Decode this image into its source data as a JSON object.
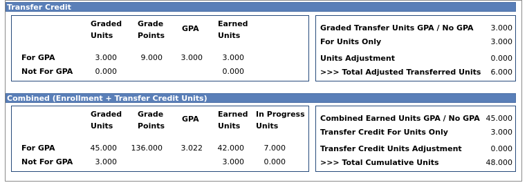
{
  "transfer": {
    "title": "Transfer Credit",
    "headers": {
      "graded_units": "Graded\nUnits",
      "grade_points": "Grade\nPoints",
      "gpa": "GPA",
      "earned_units": "Earned\nUnits"
    },
    "rows": [
      {
        "label": "For GPA",
        "graded_units": "3.000",
        "grade_points": "9.000",
        "gpa": "3.000",
        "earned_units": "3.000"
      },
      {
        "label": "Not For GPA",
        "graded_units": "0.000",
        "earned_units": "0.000"
      }
    ],
    "summary": [
      {
        "label": "Graded Transfer Units GPA / No GPA",
        "value": "3.000"
      },
      {
        "label": "For Units Only",
        "value": "3.000"
      },
      {
        "label": "Units Adjustment",
        "value": "0.000"
      },
      {
        "label": ">>> Total Adjusted Transferred Units",
        "value": "6.000"
      }
    ]
  },
  "combined": {
    "title": "Combined (Enrollment + Transfer Credit Units)",
    "headers": {
      "graded_units": "Graded\nUnits",
      "grade_points": "Grade\nPoints",
      "gpa": "GPA",
      "earned_units": "Earned\nUnits",
      "in_progress_units": "In Progress\nUnits"
    },
    "rows": [
      {
        "label": "For GPA",
        "graded_units": "45.000",
        "grade_points": "136.000",
        "gpa": "3.022",
        "earned_units": "42.000",
        "in_progress_units": "7.000"
      },
      {
        "label": "Not For GPA",
        "graded_units": "3.000",
        "earned_units": "3.000",
        "in_progress_units": "0.000"
      }
    ],
    "summary": [
      {
        "label": "Combined Earned Units GPA / No GPA",
        "value": "45.000"
      },
      {
        "label": "Transfer Credit For Units Only",
        "value": "3.000"
      },
      {
        "label": "Transfer Credit Units Adjustment",
        "value": "0.000"
      },
      {
        "label": ">>> Total Cumulative Units",
        "value": "48.000"
      }
    ]
  }
}
